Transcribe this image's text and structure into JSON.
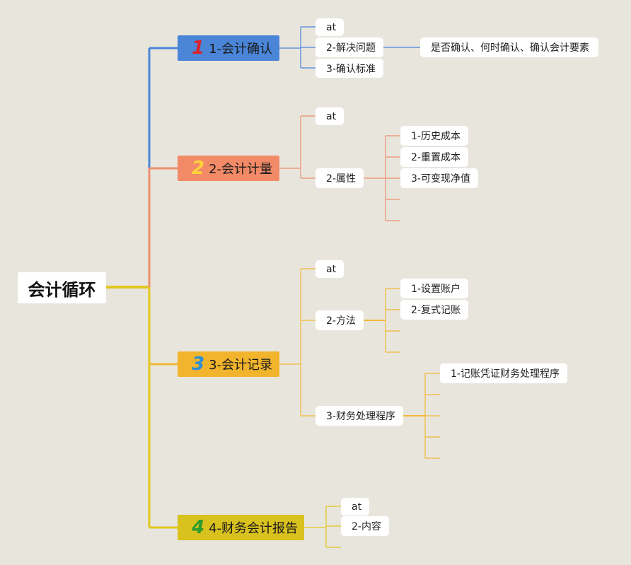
{
  "root": {
    "label": "会计循环"
  },
  "branches": [
    {
      "number": "1",
      "label": "1-会计确认",
      "color": "#4a85d8",
      "line_color": "#4a85d8",
      "number_color": "#d8232a",
      "children": [
        {
          "label": "at"
        },
        {
          "label": "2-解决问题",
          "children": [
            {
              "label": "是否确认、何时确认、确认会计要素"
            }
          ]
        },
        {
          "label": "3-确认标准"
        }
      ]
    },
    {
      "number": "2",
      "label": "2-会计计量",
      "color": "#f28a67",
      "line_color": "#ee8f6e",
      "number_color": "#ffd23a",
      "children": [
        {
          "label": "at"
        },
        {
          "label": "2-属性",
          "children": [
            {
              "label": "1-历史成本"
            },
            {
              "label": "2-重置成本"
            },
            {
              "label": "3-可变现净值"
            },
            {
              "label": ""
            },
            {
              "label": ""
            }
          ]
        }
      ]
    },
    {
      "number": "3",
      "label": "3-会计记录",
      "color": "#f2b42c",
      "line_color": "#f1b935",
      "number_color": "#2a8fd6",
      "children": [
        {
          "label": "at"
        },
        {
          "label": "2-方法",
          "children": [
            {
              "label": "1-设置账户"
            },
            {
              "label": "2-复式记账"
            },
            {
              "label": ""
            },
            {
              "label": ""
            }
          ]
        },
        {
          "label": "3-财务处理程序",
          "children": [
            {
              "label": "1-记账凭证财务处理程序"
            },
            {
              "label": ""
            },
            {
              "label": ""
            },
            {
              "label": ""
            },
            {
              "label": ""
            }
          ]
        }
      ]
    },
    {
      "number": "4",
      "label": "4-财务会计报告",
      "color": "#d9c11e",
      "line_color": "#e2c61d",
      "number_color": "#2d9d2d",
      "children": [
        {
          "label": "at"
        },
        {
          "label": "2-内容"
        },
        {
          "label": ""
        }
      ]
    }
  ]
}
